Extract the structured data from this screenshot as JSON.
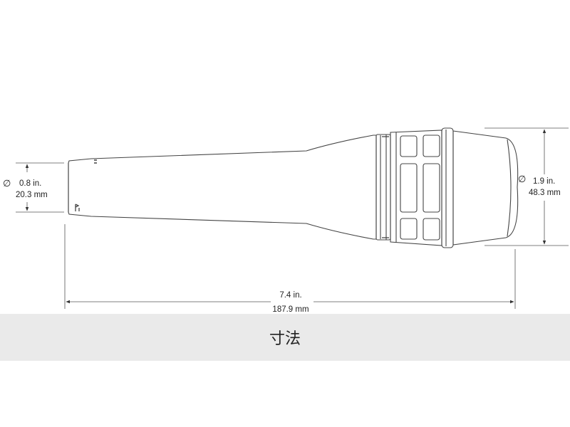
{
  "dimensions": {
    "small_diameter": {
      "symbol": "∅",
      "inch": "0.8 in.",
      "mm": "20.3 mm"
    },
    "large_diameter": {
      "symbol": "∅",
      "inch": "1.9 in.",
      "mm": "48.3 mm"
    },
    "length": {
      "inch": "7.4 in.",
      "mm": "187.9 mm"
    }
  },
  "caption": "寸法",
  "colors": {
    "line": "#333333",
    "caption_bg": "#eaeaea"
  }
}
